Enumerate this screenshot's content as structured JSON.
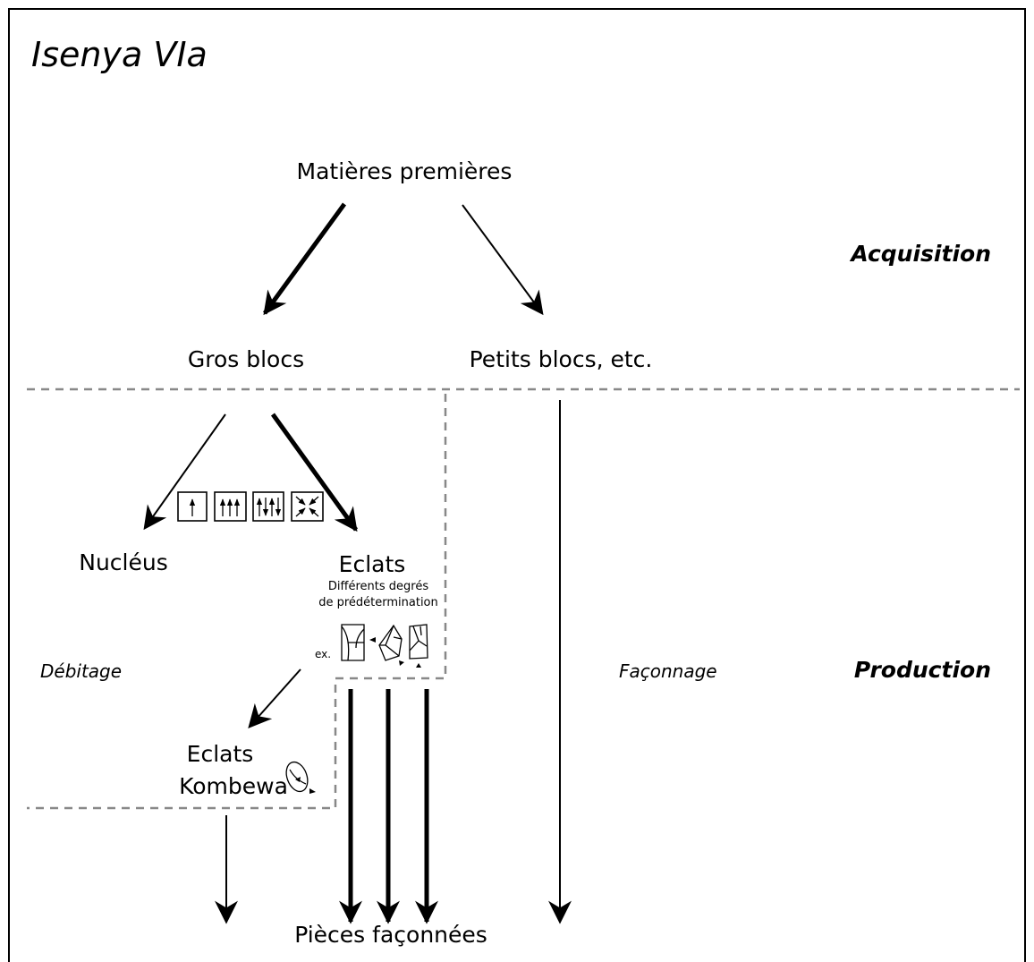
{
  "title": "Isenya VIa",
  "phases": {
    "acquisition": "Acquisition",
    "production": "Production"
  },
  "methods": {
    "debitage": "Débitage",
    "faconnage": "Façonnage"
  },
  "nodes": {
    "raw_materials": "Matières premières",
    "large_blocks": "Gros blocs",
    "small_blocks": "Petits blocs, etc.",
    "cores": "Nucléus",
    "flakes": "Eclats",
    "flakes_note_line1": "Différents degrés",
    "flakes_note_line2": "de prédétermination",
    "example_prefix": "ex.",
    "kombewa_line1": "Eclats",
    "kombewa_line2": "Kombewa",
    "shaped_pieces": "Pièces façonnées"
  },
  "core_types": [
    "unidirectional",
    "parallel-unidirectional",
    "bidirectional",
    "centripetal"
  ],
  "colors": {
    "ink": "#000000",
    "zone-divider": "#888888",
    "background": "#ffffff"
  }
}
